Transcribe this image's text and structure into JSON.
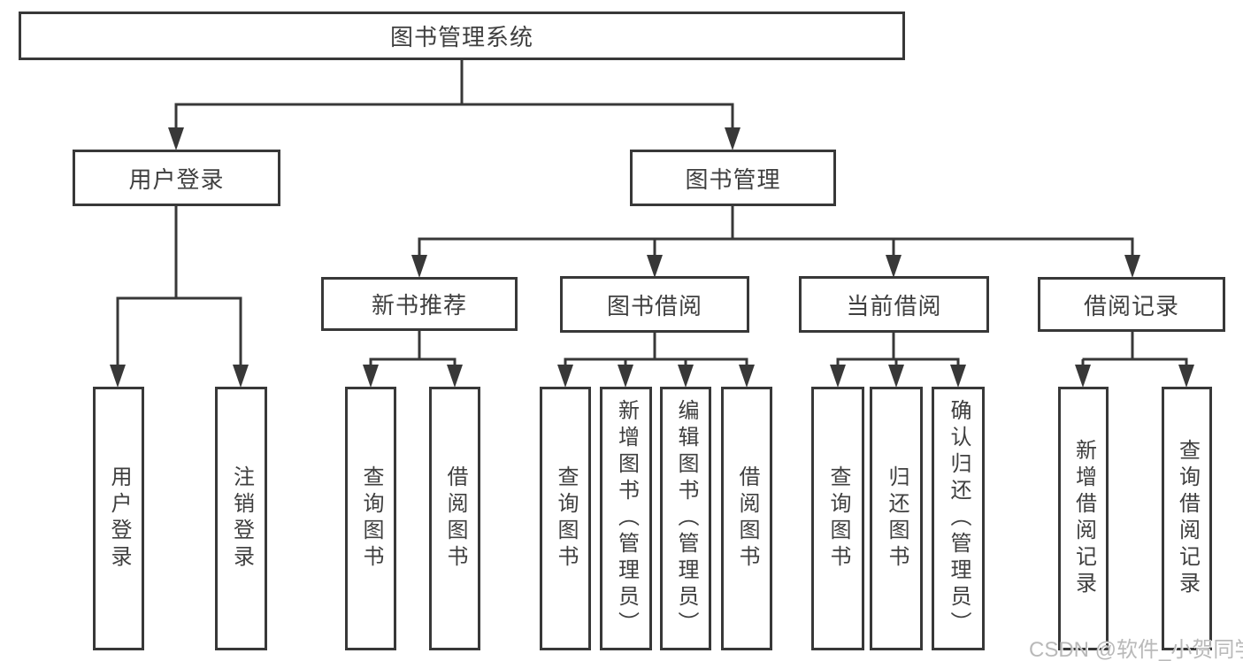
{
  "palette": {
    "line": "#383838",
    "box_border": "#383838",
    "text": "#3f3f3f",
    "watermark_text": "#b9b9b9",
    "background": "#ffffff"
  },
  "watermark": "CSDN @软件_小贺同学",
  "tree": {
    "label": "图书管理系统",
    "children": [
      {
        "label": "用户登录",
        "children": [
          {
            "label": "用户登录"
          },
          {
            "label": "注销登录"
          }
        ]
      },
      {
        "label": "图书管理",
        "children": [
          {
            "label": "新书推荐",
            "children": [
              {
                "label": "查询图书"
              },
              {
                "label": "借阅图书"
              }
            ]
          },
          {
            "label": "图书借阅",
            "children": [
              {
                "label": "查询图书"
              },
              {
                "label": "新增图书（管理员）"
              },
              {
                "label": "编辑图书（管理员）"
              },
              {
                "label": "借阅图书"
              }
            ]
          },
          {
            "label": "当前借阅",
            "children": [
              {
                "label": "查询图书"
              },
              {
                "label": "归还图书"
              },
              {
                "label": "确认归还（管理员）"
              }
            ]
          },
          {
            "label": "借阅记录",
            "children": [
              {
                "label": "新增借阅记录"
              },
              {
                "label": "查询借阅记录"
              }
            ]
          }
        ]
      }
    ]
  }
}
